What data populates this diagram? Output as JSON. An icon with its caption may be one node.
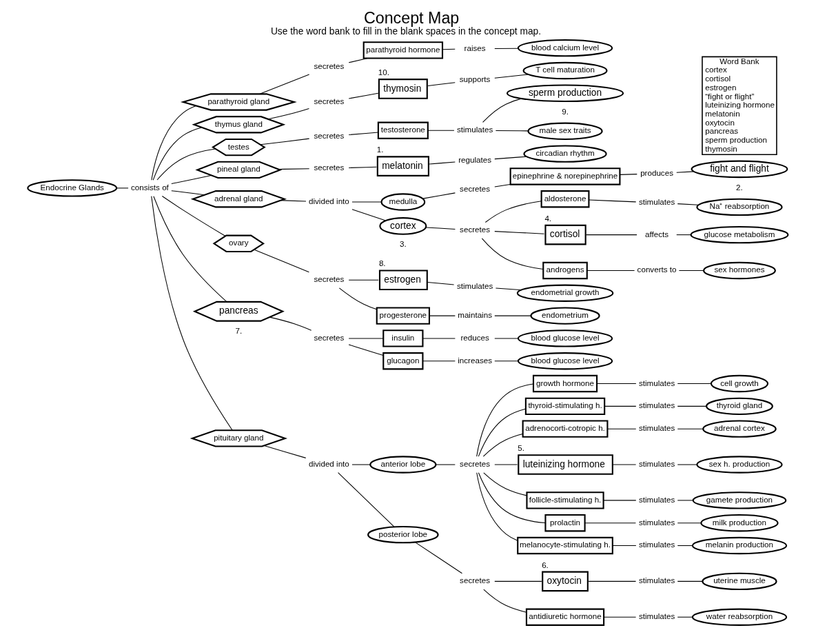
{
  "diagram": {
    "title": "Concept Map",
    "caption": "Use the word bank to fill in the blank spaces in the concept map.",
    "nodes": [
      {
        "text": [
          "blood calcium level"
        ]
      },
      {
        "text": [
          "raises"
        ]
      },
      {
        "text": [
          "parathyroid hormone"
        ]
      },
      {
        "text": [
          "secretes"
        ]
      },
      {
        "text": [
          "Endocrine Glands"
        ]
      },
      {
        "text": [
          "secretes"
        ]
      },
      {
        "text": [
          "thymosin"
        ],
        "beside": [
          "10."
        ]
      },
      {
        "text": [
          "supports"
        ]
      },
      {
        "text": [
          "T cell maturation"
        ]
      },
      {
        "text": [
          "parathyroid gland"
        ]
      },
      {
        "text": [
          "circadian rhythm"
        ]
      },
      {
        "text": [
          "regulates"
        ]
      },
      {
        "text": [
          "melatonin"
        ],
        "beside": [
          "1."
        ]
      },
      {
        "text": [
          "thymus gland"
        ]
      },
      {
        "text": [
          "secretes"
        ]
      },
      {
        "text": [
          "sperm production"
        ],
        "beside": [
          "9."
        ]
      },
      {
        "text": [
          "testes"
        ]
      },
      {
        "text": [
          "secretes"
        ]
      },
      {
        "text": [
          "testosterone"
        ]
      },
      {
        "text": [
          "stimulates"
        ]
      },
      {
        "text": [
          "pineal gland"
        ]
      },
      {
        "text": [
          "consists of"
        ]
      },
      {
        "text": [
          "male sex traits"
        ]
      },
      {
        "text": [
          "epinephrine & norepinephrine"
        ]
      },
      {
        "text": [
          "secretes"
        ]
      },
      {
        "text": [
          "medulla"
        ]
      },
      {
        "text": [
          "adrenal gland"
        ]
      },
      {
        "text": [
          "estrogen"
        ],
        "beside": [
          "8."
        ]
      },
      {
        "text": [
          "stimulates"
        ]
      },
      {
        "text": [
          "endometrial growth"
        ]
      },
      {
        "text": [
          "divided into"
        ]
      },
      {
        "text": [
          "ovary"
        ]
      },
      {
        "text": [
          "secretes"
        ]
      },
      {
        "text": [
          "progesterone"
        ]
      },
      {
        "text": [
          "maintains"
        ]
      },
      {
        "text": [
          "endometrium"
        ]
      },
      {
        "text": [
          "produces"
        ]
      },
      {
        "text": [
          "cortex"
        ],
        "beside": [
          "3."
        ]
      },
      {
        "text": [
          "fight and flight"
        ],
        "beside": [
          "2."
        ]
      },
      {
        "text": [
          "insulin"
        ]
      },
      {
        "text": [
          "reduces"
        ]
      },
      {
        "text": [
          "blood glucose level"
        ]
      },
      {
        "text": [
          "pancreas"
        ],
        "beside": [
          "7."
        ]
      },
      {
        "text": [
          "secretes"
        ]
      },
      {
        "text": [
          "secretes"
        ]
      },
      {
        "text": [
          "pituitary gland"
        ]
      },
      {
        "text": [
          "glucagon"
        ]
      },
      {
        "text": [
          "increases"
        ]
      },
      {
        "text": [
          "blood glucose level"
        ]
      },
      {
        "text": [
          "aldosterone"
        ]
      },
      {
        "text": [
          "cortisol"
        ],
        "beside": [
          "4."
        ]
      },
      {
        "text": [
          "androgens"
        ]
      },
      {
        "text": [
          "stimulates"
        ]
      },
      {
        "text": [
          "affects"
        ]
      },
      {
        "text": [
          "converts to"
        ]
      },
      {
        "text": [
          "Na⁺ reabsorption"
        ]
      },
      {
        "text": [
          "glucose metabolism"
        ]
      },
      {
        "text": [
          "sex hormones"
        ]
      },
      {
        "text": [
          "Word Bank",
          "cortex",
          "cortisol",
          "estrogen",
          "“fight or flight”",
          "luteinizing hormone",
          "melatonin",
          "oxytocin",
          "pancreas",
          "sperm production",
          "thymosin"
        ]
      },
      {
        "text": [
          "divided into"
        ]
      },
      {
        "text": [
          "anterior lobe"
        ]
      },
      {
        "text": [
          "posterior lobe"
        ]
      },
      {
        "text": [
          "secretes"
        ]
      },
      {
        "text": [
          "secretes"
        ]
      },
      {
        "text": [
          "growth hormone"
        ]
      },
      {
        "text": [
          "thyroid-stimulating h."
        ]
      },
      {
        "text": [
          "adrenocorti-cotropic h."
        ]
      },
      {
        "text": [
          "luteinizing hormone"
        ],
        "beside": [
          "5."
        ]
      },
      {
        "text": [
          "follicle-stimulating h."
        ]
      },
      {
        "text": [
          "prolactin"
        ]
      },
      {
        "text": [
          "melanocyte-stimulating h."
        ]
      },
      {
        "text": [
          "oxytocin"
        ],
        "beside": [
          "6."
        ]
      },
      {
        "text": [
          "antidiuretic hormone"
        ]
      },
      {
        "text": [
          "stimulates"
        ]
      },
      {
        "text": [
          "stimulates"
        ]
      },
      {
        "text": [
          "stimulates"
        ]
      },
      {
        "text": [
          "stimulates"
        ]
      },
      {
        "text": [
          "stimulates"
        ]
      },
      {
        "text": [
          "stimulates"
        ]
      },
      {
        "text": [
          "stimulates"
        ]
      },
      {
        "text": [
          "stimulates"
        ]
      },
      {
        "text": [
          "stimulates"
        ]
      },
      {
        "text": [
          "cell growth"
        ]
      },
      {
        "text": [
          "thyroid gland"
        ]
      },
      {
        "text": [
          "adrenal cortex"
        ]
      },
      {
        "text": [
          "sex h. production"
        ]
      },
      {
        "text": [
          "gamete production"
        ]
      },
      {
        "text": [
          "milk production"
        ]
      },
      {
        "text": [
          "melanin production"
        ]
      },
      {
        "text": [
          "uterine muscle"
        ]
      },
      {
        "text": [
          "water reabsorption"
        ]
      }
    ],
    "edges": [
      {
        "from": 4,
        "to": 21,
        "arrow": "none"
      },
      {
        "from": 21,
        "to": 9,
        "arrow": "none"
      },
      {
        "from": 21,
        "to": 13,
        "arrow": "none"
      },
      {
        "from": 21,
        "to": 20,
        "arrow": "none"
      },
      {
        "from": 21,
        "to": 16,
        "arrow": "none"
      },
      {
        "from": 21,
        "to": 26,
        "arrow": "none"
      },
      {
        "from": 21,
        "to": 31,
        "arrow": "none"
      },
      {
        "from": 21,
        "to": 42,
        "arrow": "none"
      },
      {
        "from": 21,
        "to": 45,
        "arrow": "none"
      },
      {
        "from": 9,
        "to": 3,
        "arrow": "none"
      },
      {
        "from": 3,
        "to": 2,
        "arrow": "none"
      },
      {
        "from": 2,
        "to": 1,
        "arrow": "none"
      },
      {
        "from": 1,
        "to": 0,
        "arrow": "none"
      },
      {
        "from": 13,
        "to": 5,
        "arrow": "none"
      },
      {
        "from": 5,
        "to": 6,
        "arrow": "none"
      },
      {
        "from": 6,
        "to": 7,
        "arrow": "none"
      },
      {
        "from": 7,
        "to": 8,
        "arrow": "none"
      },
      {
        "from": 20,
        "to": 14,
        "arrow": "none"
      },
      {
        "from": 14,
        "to": 12,
        "arrow": "none"
      },
      {
        "from": 12,
        "to": 11,
        "arrow": "none"
      },
      {
        "from": 11,
        "to": 10,
        "arrow": "none"
      },
      {
        "from": 16,
        "to": 17,
        "arrow": "none"
      },
      {
        "from": 17,
        "to": 18,
        "arrow": "none"
      },
      {
        "from": 18,
        "to": 19,
        "arrow": "none"
      },
      {
        "from": 19,
        "to": 15,
        "arrow": "none"
      },
      {
        "from": 19,
        "to": 22,
        "arrow": "none"
      },
      {
        "from": 26,
        "to": 30,
        "arrow": "none"
      },
      {
        "from": 30,
        "to": 25,
        "arrow": "none"
      },
      {
        "from": 30,
        "to": 37,
        "arrow": "none"
      },
      {
        "from": 25,
        "to": 24,
        "arrow": "none"
      },
      {
        "from": 24,
        "to": 23,
        "arrow": "none"
      },
      {
        "from": 23,
        "to": 36,
        "arrow": "none"
      },
      {
        "from": 36,
        "to": 38,
        "arrow": "none"
      },
      {
        "from": 37,
        "to": 44,
        "arrow": "none"
      },
      {
        "from": 44,
        "to": 49,
        "arrow": "none"
      },
      {
        "from": 44,
        "to": 50,
        "arrow": "none"
      },
      {
        "from": 44,
        "to": 51,
        "arrow": "none"
      },
      {
        "from": 49,
        "to": 52,
        "arrow": "none"
      },
      {
        "from": 52,
        "to": 55,
        "arrow": "none"
      },
      {
        "from": 50,
        "to": 53,
        "arrow": "none"
      },
      {
        "from": 53,
        "to": 56,
        "arrow": "none"
      },
      {
        "from": 51,
        "to": 54,
        "arrow": "none"
      },
      {
        "from": 54,
        "to": 57,
        "arrow": "none"
      },
      {
        "from": 31,
        "to": 32,
        "arrow": "none"
      },
      {
        "from": 32,
        "to": 27,
        "arrow": "none"
      },
      {
        "from": 32,
        "to": 33,
        "arrow": "none"
      },
      {
        "from": 27,
        "to": 28,
        "arrow": "none"
      },
      {
        "from": 28,
        "to": 29,
        "arrow": "none"
      },
      {
        "from": 33,
        "to": 34,
        "arrow": "none"
      },
      {
        "from": 34,
        "to": 35,
        "arrow": "none"
      },
      {
        "from": 42,
        "to": 43,
        "arrow": "none"
      },
      {
        "from": 43,
        "to": 39,
        "arrow": "none"
      },
      {
        "from": 43,
        "to": 46,
        "arrow": "none"
      },
      {
        "from": 39,
        "to": 40,
        "arrow": "none"
      },
      {
        "from": 40,
        "to": 41,
        "arrow": "none"
      },
      {
        "from": 46,
        "to": 47,
        "arrow": "none"
      },
      {
        "from": 47,
        "to": 48,
        "arrow": "none"
      },
      {
        "from": 45,
        "to": 59,
        "arrow": "none"
      },
      {
        "from": 59,
        "to": 60,
        "arrow": "none"
      },
      {
        "from": 59,
        "to": 61,
        "arrow": "none"
      },
      {
        "from": 60,
        "to": 62,
        "arrow": "none"
      },
      {
        "from": 62,
        "to": 64,
        "arrow": "none"
      },
      {
        "from": 62,
        "to": 65,
        "arrow": "none"
      },
      {
        "from": 62,
        "to": 66,
        "arrow": "none"
      },
      {
        "from": 62,
        "to": 67,
        "arrow": "none"
      },
      {
        "from": 62,
        "to": 68,
        "arrow": "none"
      },
      {
        "from": 62,
        "to": 69,
        "arrow": "none"
      },
      {
        "from": 62,
        "to": 70,
        "arrow": "none"
      },
      {
        "from": 61,
        "to": 63,
        "arrow": "none"
      },
      {
        "from": 63,
        "to": 71,
        "arrow": "none"
      },
      {
        "from": 63,
        "to": 72,
        "arrow": "none"
      },
      {
        "from": 64,
        "to": 73,
        "arrow": "none"
      },
      {
        "from": 73,
        "to": 82,
        "arrow": "none"
      },
      {
        "from": 65,
        "to": 74,
        "arrow": "none"
      },
      {
        "from": 74,
        "to": 83,
        "arrow": "none"
      },
      {
        "from": 66,
        "to": 75,
        "arrow": "none"
      },
      {
        "from": 75,
        "to": 84,
        "arrow": "none"
      },
      {
        "from": 67,
        "to": 76,
        "arrow": "none"
      },
      {
        "from": 76,
        "to": 85,
        "arrow": "none"
      },
      {
        "from": 68,
        "to": 77,
        "arrow": "none"
      },
      {
        "from": 77,
        "to": 86,
        "arrow": "none"
      },
      {
        "from": 69,
        "to": 78,
        "arrow": "none"
      },
      {
        "from": 78,
        "to": 87,
        "arrow": "none"
      },
      {
        "from": 70,
        "to": 79,
        "arrow": "none"
      },
      {
        "from": 79,
        "to": 88,
        "arrow": "none"
      },
      {
        "from": 71,
        "to": 80,
        "arrow": "none"
      },
      {
        "from": 80,
        "to": 89,
        "arrow": "none"
      },
      {
        "from": 72,
        "to": 81,
        "arrow": "none"
      },
      {
        "from": 81,
        "to": 90,
        "arrow": "none"
      }
    ]
  }
}
